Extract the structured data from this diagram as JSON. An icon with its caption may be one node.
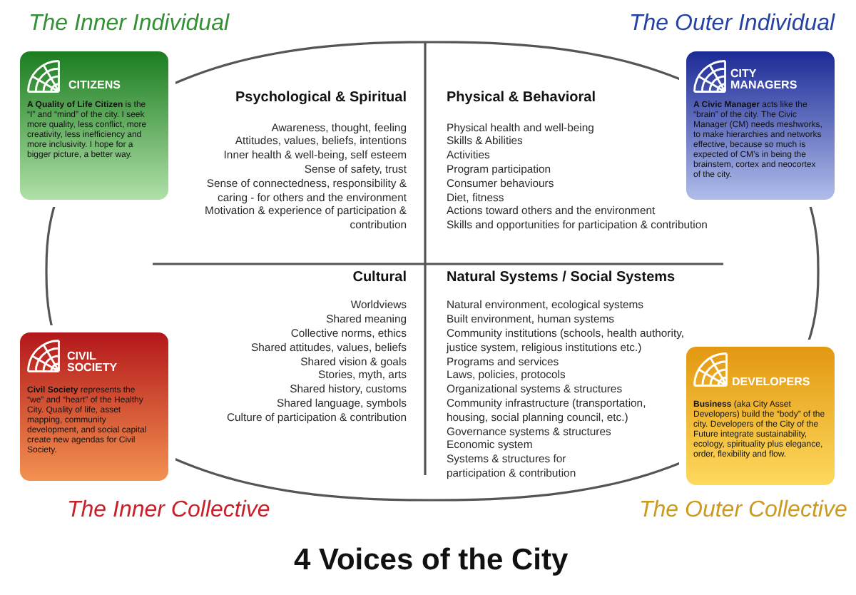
{
  "diagram": {
    "title": "4 Voices of the City",
    "nodes": [
      {
        "text": [
          "CITIZENS",
          "**A Quality of Life Citizen** is the “I” and “mind” of the city. I seek more quality, less conflict, more creativity, less inefficiency and more inclusivity. I hope for a bigger picture, a better way."
        ]
      },
      {
        "text": [
          "CITY MANAGERS",
          "**A Civic Manager** acts like the “brain” of the city. The Civic Manager (CM) needs meshworks, to make hierarchies and networks effective, because so much is expected of CM’s in being the brainstem, cortex and neocortex of the city."
        ]
      },
      {
        "text": [],
        "shape": "ellipse"
      },
      {
        "text": [
          "Psychological & Spiritual",
          "Awareness, thought, feeling",
          "Attitudes, values, beliefs, intentions",
          "Inner health & well-being, self esteem",
          "Sense of safety, trust",
          "Sense of connectedness, responsibility & caring - for others and the environment",
          "Motivation & experience of participation & contribution"
        ],
        "in": 2
      },
      {
        "text": [
          "Physical & Behavioral",
          "Physical health and well-being",
          "Skills & Abilities",
          "Activities",
          "Program participation",
          "Consumer behaviours",
          "Diet, fitness",
          "Actions toward others and the environment",
          "Skills and opportunities for participation & contribution"
        ],
        "in": 2
      },
      {
        "text": [
          "Cultural",
          "Worldviews",
          "Shared meaning",
          "Collective norms, ethics",
          "Shared attitudes, values, beliefs",
          "Shared vision & goals",
          "Stories, myth, arts",
          "Shared history, customs",
          "Shared language, symbols",
          "Culture of participation & contribution"
        ],
        "in": 2
      },
      {
        "text": [
          "Natural Systems / Social Systems",
          "Natural environment, ecological systems",
          "Built environment, human systems",
          "Community institutions (schools, health authority, justice system, religious institutions etc.)",
          "Programs and services",
          "Laws, policies, protocols",
          "Organizational systems & structures",
          "Community infrastructure (transportation, housing, social planning council, etc.)",
          "Governance systems & structures",
          "Economic system",
          "Systems & structures for participation & contribution"
        ],
        "in": 2
      },
      {
        "text": [
          "CIVIL SOCIETY",
          "**Civil Society** represents the “we” and “heart” of the Healthy City. Quality of life, asset mapping, community development, and social capital create new agendas for Civil Society."
        ]
      },
      {
        "text": [
          "DEVELOPERS",
          "**Business** (aka City Asset Developers) build the “body” of the city. Developers of the City of the Future integrate sustainability, ecology, spirituality plus elegance, order, flexibility and flow."
        ]
      }
    ],
    "labels": [
      "The Inner Individual",
      "The Outer Individual",
      "The Inner Collective",
      "The Outer Collective"
    ]
  }
}
